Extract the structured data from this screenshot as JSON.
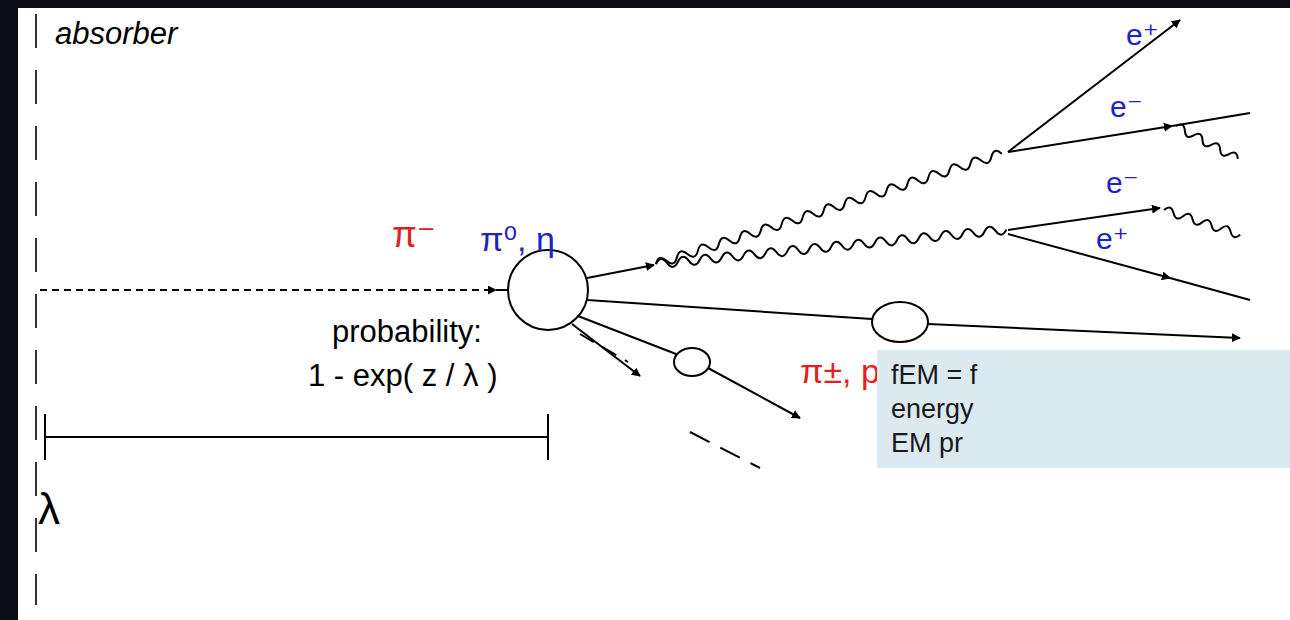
{
  "diagram": {
    "nodes": [
      {
        "text": [
          "fEM = f energy EM pr"
        ]
      }
    ],
    "labels": [
      "absorber",
      "π⁻",
      "probability:",
      "1 - exp( z / λ )",
      "λ",
      "π⁰, η",
      "e⁺",
      "e⁻",
      "e⁻",
      "e⁺",
      "π±, p, n, ..."
    ]
  }
}
